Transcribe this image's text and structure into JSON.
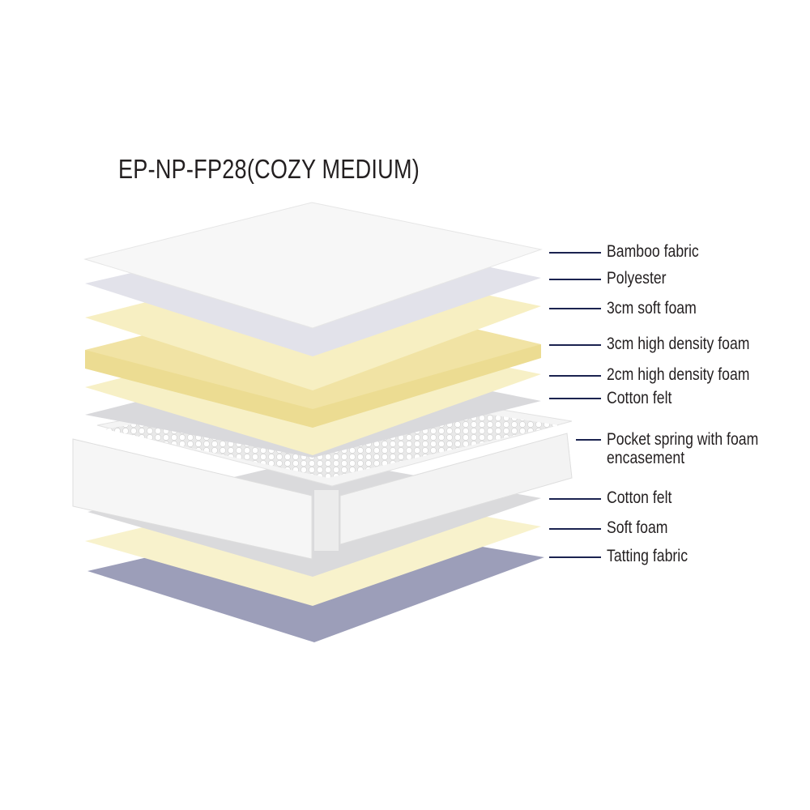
{
  "title": "EP-NP-FP28(COZY MEDIUM)",
  "layers": [
    {
      "label": "Bamboo fabric",
      "color": "#f7f7f7"
    },
    {
      "label": "Polyester",
      "color": "#e2e2ea"
    },
    {
      "label": "3cm soft foam",
      "color": "#f7efc2"
    },
    {
      "label": "3cm high density foam",
      "color": "#f1e3a4"
    },
    {
      "label": "2cm high density foam",
      "color": "#f7f0c6"
    },
    {
      "label": "Cotton felt",
      "color": "#d9d9dc"
    },
    {
      "label": "Pocket spring with foam",
      "label2": "encasement",
      "color": "#f2f2f2"
    },
    {
      "label": "Cotton felt",
      "color": "#dadadc"
    },
    {
      "label": "Soft foam",
      "color": "#f8f2cc"
    },
    {
      "label": "Tatting fabric",
      "color": "#9c9eb9"
    }
  ]
}
